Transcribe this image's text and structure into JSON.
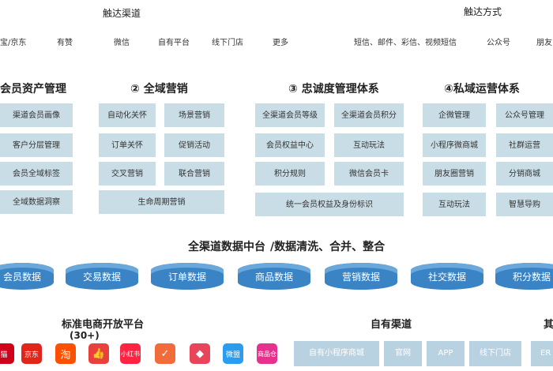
{
  "headers": {
    "channels": "触达渠道",
    "methods": "触达方式"
  },
  "channels_row": [
    "宝/京东",
    "有赞",
    "微信",
    "自有平台",
    "线下门店",
    "更多"
  ],
  "methods_row": [
    "短信、邮件、彩信、视频短信",
    "公众号",
    "朋友"
  ],
  "sections": [
    {
      "title": "会员资产管理",
      "items": [
        "渠道会员画像",
        "客户分层管理",
        "会员全域标签",
        "全域数据洞察"
      ]
    },
    {
      "title": "② 全域营销",
      "items": [
        "自动化关怀",
        "场景营销",
        "订单关怀",
        "促销活动",
        "交叉营销",
        "联合营销",
        "生命周期营销"
      ]
    },
    {
      "title": "③ 忠诚度管理体系",
      "items": [
        "全渠道会员等级",
        "全渠道会员积分",
        "会员权益中心",
        "互动玩法",
        "积分规则",
        "微信会员卡",
        "统一会员权益及身份标识"
      ]
    },
    {
      "title": "④私域运营体系",
      "items": [
        "企微管理",
        "公众号管理",
        "小程序微商城",
        "社群运营",
        "朋友圈营销",
        "分销商城",
        "互动玩法",
        "智慧导购"
      ]
    }
  ],
  "middle": {
    "title": "全渠道数据中台",
    "subtitle": "/数据清洗、合并、整合"
  },
  "data_cylinders": [
    "会员数据",
    "交易数据",
    "订单数据",
    "商品数据",
    "营销数据",
    "社交数据",
    "积分数据"
  ],
  "bottom": {
    "platform_title": "标准电商开放平台",
    "platform_count": "(30+)",
    "own_title": "自有渠道",
    "other_title": "其",
    "apps": [
      {
        "icon": "tmall-icon",
        "label": "猫",
        "color": "#d0021b"
      },
      {
        "icon": "jd-icon",
        "label": "京东",
        "color": "#e1251b"
      },
      {
        "icon": "taobao-icon",
        "label": "淘",
        "color": "#ff5000"
      },
      {
        "icon": "thumb-icon",
        "label": "👍",
        "color": "#e8403c"
      },
      {
        "icon": "xiaohongshu-icon",
        "label": "小红书",
        "color": "#ff2442"
      },
      {
        "icon": "bag-icon",
        "label": "✓",
        "color": "#f26b3a"
      },
      {
        "icon": "grid-icon",
        "label": "◆",
        "color": "#e8455a"
      },
      {
        "icon": "weidian-icon",
        "label": "微盟",
        "color": "#2b9df0"
      },
      {
        "icon": "shop-icon",
        "label": "商品仓",
        "color": "#e6318f"
      }
    ],
    "own_items": [
      "自有小程序商城",
      "官网",
      "APP",
      "线下门店"
    ],
    "other_items": [
      "ER"
    ]
  }
}
